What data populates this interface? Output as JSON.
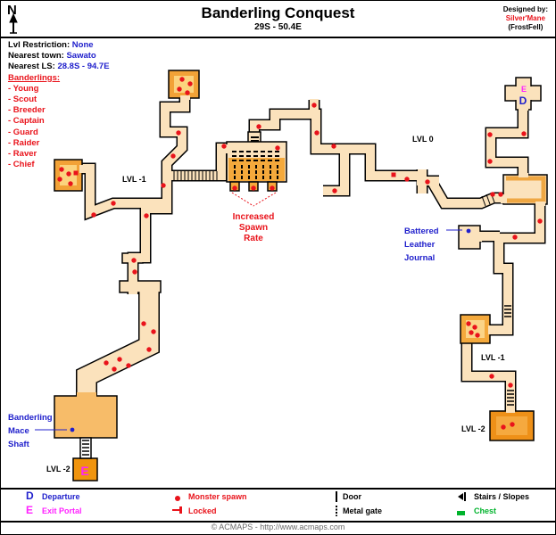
{
  "header": {
    "compass": "N",
    "title": "Banderling Conquest",
    "subtitle": "29S - 50.4E",
    "designed_by": "Designed by:",
    "designer": "Silver'Mane",
    "designer_note": "(FrostFell)"
  },
  "info": {
    "lvl_restriction_label": "Lvl Restriction:",
    "lvl_restriction": "None",
    "nearest_town_label": "Nearest town:",
    "nearest_town": "Sawato",
    "nearest_ls_label": "Nearest LS:",
    "nearest_ls": "28.8S - 94.7E",
    "banderlings_heading": "Banderlings:",
    "banderlings": [
      "- Young",
      "- Scout",
      "- Breeder",
      "- Captain",
      "- Guard",
      "- Raider",
      "- Raver",
      "- Chief"
    ]
  },
  "map": {
    "labels": {
      "lvl_minus_1_west": "LVL -1",
      "lvl_0": "LVL 0",
      "lvl_minus_1_east": "LVL -1",
      "lvl_minus_2_east": "LVL -2",
      "lvl_minus_2_west": "LVL -2",
      "increased_spawn_line1": "Increased",
      "increased_spawn_line2": "Spawn",
      "increased_spawn_line3": "Rate",
      "journal_line1": "Battered",
      "journal_line2": "Leather",
      "journal_line3": "Journal",
      "shaft_line1": "Banderling",
      "shaft_line2": "Mace",
      "shaft_line3": "Shaft",
      "departure": "D",
      "exit_top": "E",
      "exit_bottom": "E"
    },
    "spawn_points": [
      [
        203,
        88
      ],
      [
        212,
        93
      ],
      [
        200,
        99
      ],
      [
        209,
        103
      ],
      [
        199,
        148
      ],
      [
        193,
        174
      ],
      [
        182,
        207
      ],
      [
        68,
        189
      ],
      [
        76,
        194
      ],
      [
        66,
        200
      ],
      [
        78,
        205
      ],
      [
        126,
        227
      ],
      [
        104,
        240
      ],
      [
        163,
        241
      ],
      [
        149,
        291
      ],
      [
        150,
        304
      ],
      [
        160,
        362
      ],
      [
        171,
        371
      ],
      [
        166,
        391
      ],
      [
        133,
        402
      ],
      [
        118,
        406
      ],
      [
        143,
        409
      ],
      [
        127,
        413
      ],
      [
        250,
        163
      ],
      [
        310,
        165
      ],
      [
        262,
        210
      ],
      [
        283,
        210
      ],
      [
        304,
        210
      ],
      [
        351,
        117
      ],
      [
        289,
        141
      ],
      [
        354,
        148
      ],
      [
        373,
        163
      ],
      [
        374,
        213
      ],
      [
        455,
        200
      ],
      [
        478,
        203
      ],
      [
        551,
        217
      ],
      [
        560,
        217
      ],
      [
        586,
        149
      ],
      [
        548,
        150
      ],
      [
        548,
        180
      ],
      [
        604,
        247
      ],
      [
        576,
        265
      ],
      [
        524,
        362
      ],
      [
        531,
        366
      ],
      [
        527,
        372
      ],
      [
        534,
        375
      ],
      [
        550,
        421
      ],
      [
        571,
        431
      ],
      [
        563,
        478
      ],
      [
        573,
        475
      ]
    ],
    "locked_points": [
      [
        440,
        195
      ],
      [
        84,
        193
      ]
    ],
    "item_points": [
      [
        524,
        258
      ],
      [
        80,
        481
      ]
    ]
  },
  "legend": {
    "departure": {
      "icon": "D",
      "label": "Departure"
    },
    "exit": {
      "icon": "E",
      "label": "Exit Portal"
    },
    "monster": {
      "label": "Monster spawn"
    },
    "locked": {
      "label": "Locked"
    },
    "door": {
      "label": "Door"
    },
    "gate": {
      "label": "Metal gate"
    },
    "stairs": {
      "label": "Stairs / Slopes"
    },
    "chest": {
      "label": "Chest"
    }
  },
  "footer": {
    "copyright": "© ACMAPS - http://www.acmaps.com"
  },
  "colors": {
    "corridor": "#fbe2bc",
    "room_sand": "#f7bc69",
    "room_orange": "#f2a237",
    "room_dark": "#ee9018",
    "accent_red": "#e9131b",
    "accent_blue": "#2020cc",
    "accent_magenta": "#ff22ff",
    "accent_green": "#00b32c"
  }
}
